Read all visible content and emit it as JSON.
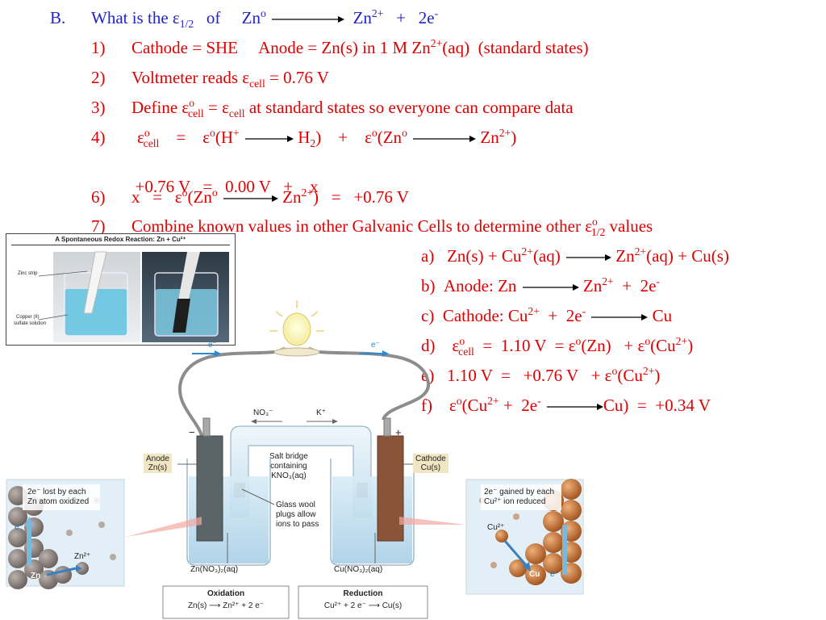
{
  "header": {
    "letter": "B.",
    "question_pre": "What is the ε",
    "half_sub": "1/2",
    "of": "of",
    "zn0": "Zn",
    "o": "o",
    "zn2plus": "Zn",
    "sup2plus": "2+",
    "plus": "+",
    "two_e": "2e",
    "minus": "-"
  },
  "steps": {
    "s1": {
      "num": "1)",
      "a": "Cathode = SHE",
      "b": "Anode = Zn(s) in 1 M Zn",
      "b_sup": "2+",
      "c": "(aq)",
      "d": "(standard states)"
    },
    "s2": {
      "num": "2)",
      "a": "Voltmeter reads ε",
      "sub": "cell",
      "b": " = 0.76 V"
    },
    "s3": {
      "num": "3)",
      "a": "Define ε",
      "o": "o",
      "sub": "cell",
      "b": " = ε",
      "sub2": "cell",
      "c": " at standard states so everyone can compare data"
    },
    "s4": {
      "num": "4)",
      "eps": "ε",
      "o": "o",
      "sub": "cell",
      "eq": "=",
      "a": "ε",
      "a_o": "o",
      "a2": "(H",
      "a_plus": "+",
      "h2": "H",
      "h2sub": "2",
      "h2close": ")",
      "plus": "+",
      "b": "ε",
      "b_o": "o",
      "b2": "(Zn",
      "b_o2": "o",
      "zn": "Zn",
      "zn_sup": "2+",
      "close": ")"
    },
    "s5": {
      "text": "+0.76 V   =   0.00 V   +    x"
    },
    "s6": {
      "num": "6)",
      "a": "x   =   ε",
      "o": "o",
      "a2": "(Zn",
      "o2": "o",
      "zn": "Zn",
      "zn_sup": "2+",
      "b": ")   =   +0.76 V"
    },
    "s7": {
      "num": "7)",
      "a": "Combine known values in other Galvanic Cells to determine other ε",
      "o": "o",
      "sub": "1/2",
      "b": " values"
    }
  },
  "subs": {
    "a": {
      "l": "a)",
      "t1": "Zn(s)  +  Cu",
      "s1": "2+",
      "t2": "(aq)",
      "t3": "Zn",
      "s3": "2+",
      "t4": "(aq)  +  Cu(s)"
    },
    "b": {
      "l": "b)",
      "t1": "Anode:  Zn",
      "t2": "Zn",
      "s2": "2+",
      "t3": "  +  2e",
      "s3": "-"
    },
    "c": {
      "l": "c)",
      "t1": "Cathode:  Cu",
      "s1": "2+",
      "t2": "  +  2e",
      "s2": "-",
      "t3": "Cu"
    },
    "d": {
      "l": "d)",
      "t1": "ε",
      "o": "o",
      "sub": "cell",
      "t2": "  =  1.10 V  = ε",
      "o2": "o",
      "t3": "(Zn)   + ε",
      "o3": "o",
      "t4": "(Cu",
      "s4": "2+",
      "t5": ")"
    },
    "e": {
      "l": "e)",
      "t1": "1.10 V  =   +0.76 V   + ε",
      "o": "o",
      "t2": "(Cu",
      "s2": "2+",
      "t3": ")"
    },
    "f": {
      "l": "f)",
      "t1": "ε",
      "o": "o",
      "t2": "(Cu",
      "s2": "2+",
      "t3": " +  2e",
      "s3": "-",
      "t4": "Cu)  =  +0.34 V"
    }
  },
  "photo": {
    "title": "A Spontaneous Redox Reaction: Zn + Cu²⁺",
    "zinc": "Zinc strip",
    "copper1": "Copper (II)",
    "copper2": "sulfate solution"
  },
  "diagram": {
    "e_left": "e⁻",
    "e_right": "e⁻",
    "no3": "NO₃⁻",
    "kplus": "K⁺",
    "minus": "−",
    "plus": "+",
    "anode1": "Anode",
    "anode2": "Zn(s)",
    "cathode1": "Cathode",
    "cathode2": "Cu(s)",
    "salt1": "Salt bridge",
    "salt2": "containing",
    "salt3": "KNO₃(aq)",
    "wool1": "Glass wool",
    "wool2": "plugs allow",
    "wool3": "ions to pass",
    "znno3": "Zn(NO₃)₂(aq)",
    "cuno3": "Cu(NO₃)₂(aq)",
    "ox_title": "Oxidation",
    "ox_eq": "Zn(s)  ⟶  Zn²⁺ + 2 e⁻",
    "red_title": "Reduction",
    "red_eq": "Cu²⁺ + 2 e⁻  ⟶  Cu(s)",
    "left_inset1": "2e⁻ lost by each",
    "left_inset2": "Zn atom oxidized",
    "left_zn": "Zn²⁺",
    "left_zn_atom": "Zn",
    "left_e": "e⁻",
    "right_inset1": "2e⁻ gained by each",
    "right_inset2": "Cu²⁺ ion reduced",
    "right_cu": "Cu²⁺",
    "right_cu_atom": "Cu",
    "right_e": "e⁻"
  },
  "colors": {
    "blue": "#1f24c8",
    "red": "#e00000"
  }
}
